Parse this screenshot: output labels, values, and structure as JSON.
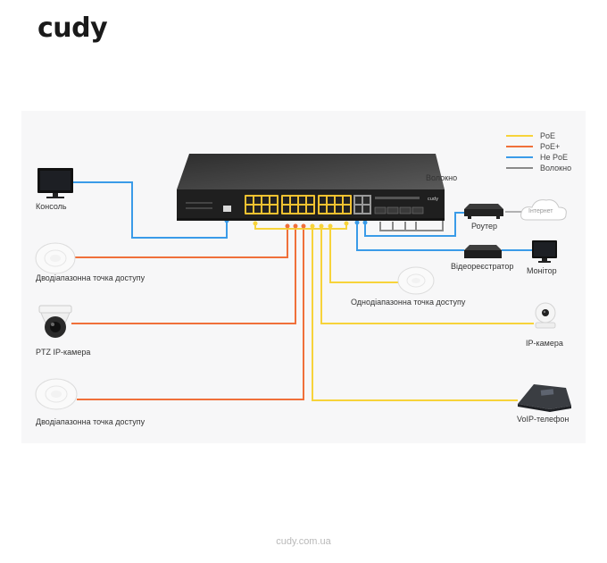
{
  "brand": {
    "logo": "cudy",
    "footer": "cudy.com.ua"
  },
  "legend": [
    {
      "label": "PoE",
      "color": "#f7d33a"
    },
    {
      "label": "PoE+",
      "color": "#f0703a"
    },
    {
      "label": "Не PoE",
      "color": "#3a9be8"
    },
    {
      "label": "Волокно",
      "color": "#8a8a8a"
    }
  ],
  "colors": {
    "poe": "#f7d33a",
    "poe_plus": "#f0703a",
    "non_poe": "#3a9be8",
    "fiber": "#8a8a8a"
  },
  "labels": {
    "console": "Консоль",
    "ap_dual_1": "Дводіапазонна точка доступу",
    "ptz_camera": "PTZ IP-камера",
    "ap_dual_2": "Дводіапазонна точка доступу",
    "fiber": "Волокно",
    "router": "Роутер",
    "internet": "Інтернет",
    "nvr": "Відеореєстратор",
    "monitor": "Монітор",
    "ap_single": "Однодіапазонна точка доступу",
    "ip_camera": "IP-камера",
    "voip_phone": "VoIP-телефон",
    "switch_brand": "cudy"
  }
}
